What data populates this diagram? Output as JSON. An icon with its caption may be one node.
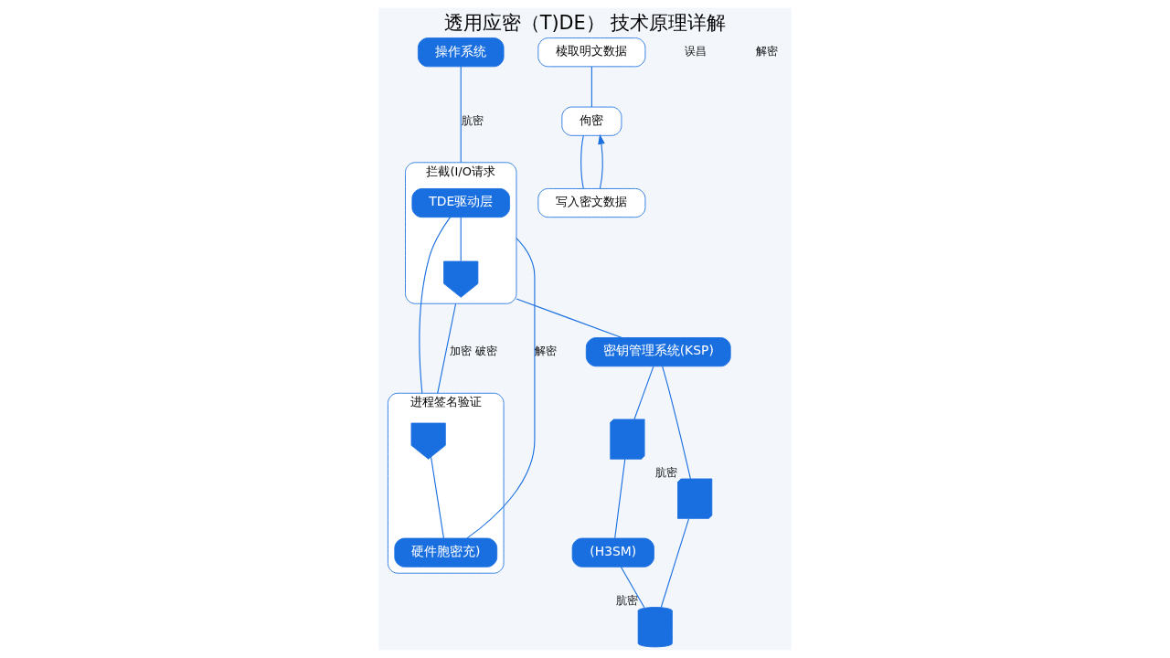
{
  "diagram": {
    "title": "透用应密（T)DE） 技术原理详解",
    "nodes": [
      {
        "text": [
          "操作系统"
        ]
      },
      {
        "text": [
          "拦截(I/O请求"
        ]
      },
      {
        "text": [
          "TDE驱动层"
        ],
        "in": 1
      },
      {
        "text": [],
        "shape": "shield",
        "in": 1
      },
      {
        "text": [
          "进程签名验证"
        ]
      },
      {
        "text": [],
        "shape": "shield",
        "in": 4
      },
      {
        "text": [
          "硬件胞密充)"
        ],
        "in": 4
      },
      {
        "text": [
          "密钥管理系统(KSP)"
        ]
      },
      {
        "text": [],
        "shape": "server"
      },
      {
        "text": [],
        "shape": "server",
        "beside": [
          "肮密"
        ]
      },
      {
        "text": [
          "(H3SM)"
        ]
      },
      {
        "text": [],
        "shape": "cylinder",
        "beside": [
          "肮密"
        ]
      },
      {
        "text": [
          "椟取明文数据"
        ]
      },
      {
        "text": [
          "佝密"
        ]
      },
      {
        "text": [
          "写入密文数据"
        ]
      }
    ],
    "edges": [
      {
        "from": 0,
        "to": 1,
        "arrow": "none",
        "label": "肮密"
      },
      {
        "from": 2,
        "to": 3,
        "arrow": "none"
      },
      {
        "from": 2,
        "to": 4,
        "arrow": "none"
      },
      {
        "from": 1,
        "to": 4,
        "arrow": "none",
        "label": "加密 破密"
      },
      {
        "from": 5,
        "to": 6,
        "arrow": "none"
      },
      {
        "from": 6,
        "to": 1,
        "arrow": "none",
        "label": "解密"
      },
      {
        "from": 1,
        "to": 7,
        "arrow": "none"
      },
      {
        "from": 7,
        "to": 8,
        "arrow": "none"
      },
      {
        "from": 8,
        "to": 10,
        "arrow": "none"
      },
      {
        "from": 7,
        "to": 9,
        "arrow": "none"
      },
      {
        "from": 10,
        "to": 11,
        "arrow": "none"
      },
      {
        "from": 9,
        "to": 11,
        "arrow": "none"
      },
      {
        "from": 12,
        "to": 13,
        "arrow": "none"
      },
      {
        "from": 13,
        "to": 14,
        "arrow": "none"
      },
      {
        "from": 14,
        "to": 13,
        "arrow": "to"
      }
    ],
    "labels": [
      "误昌",
      "解密"
    ]
  }
}
